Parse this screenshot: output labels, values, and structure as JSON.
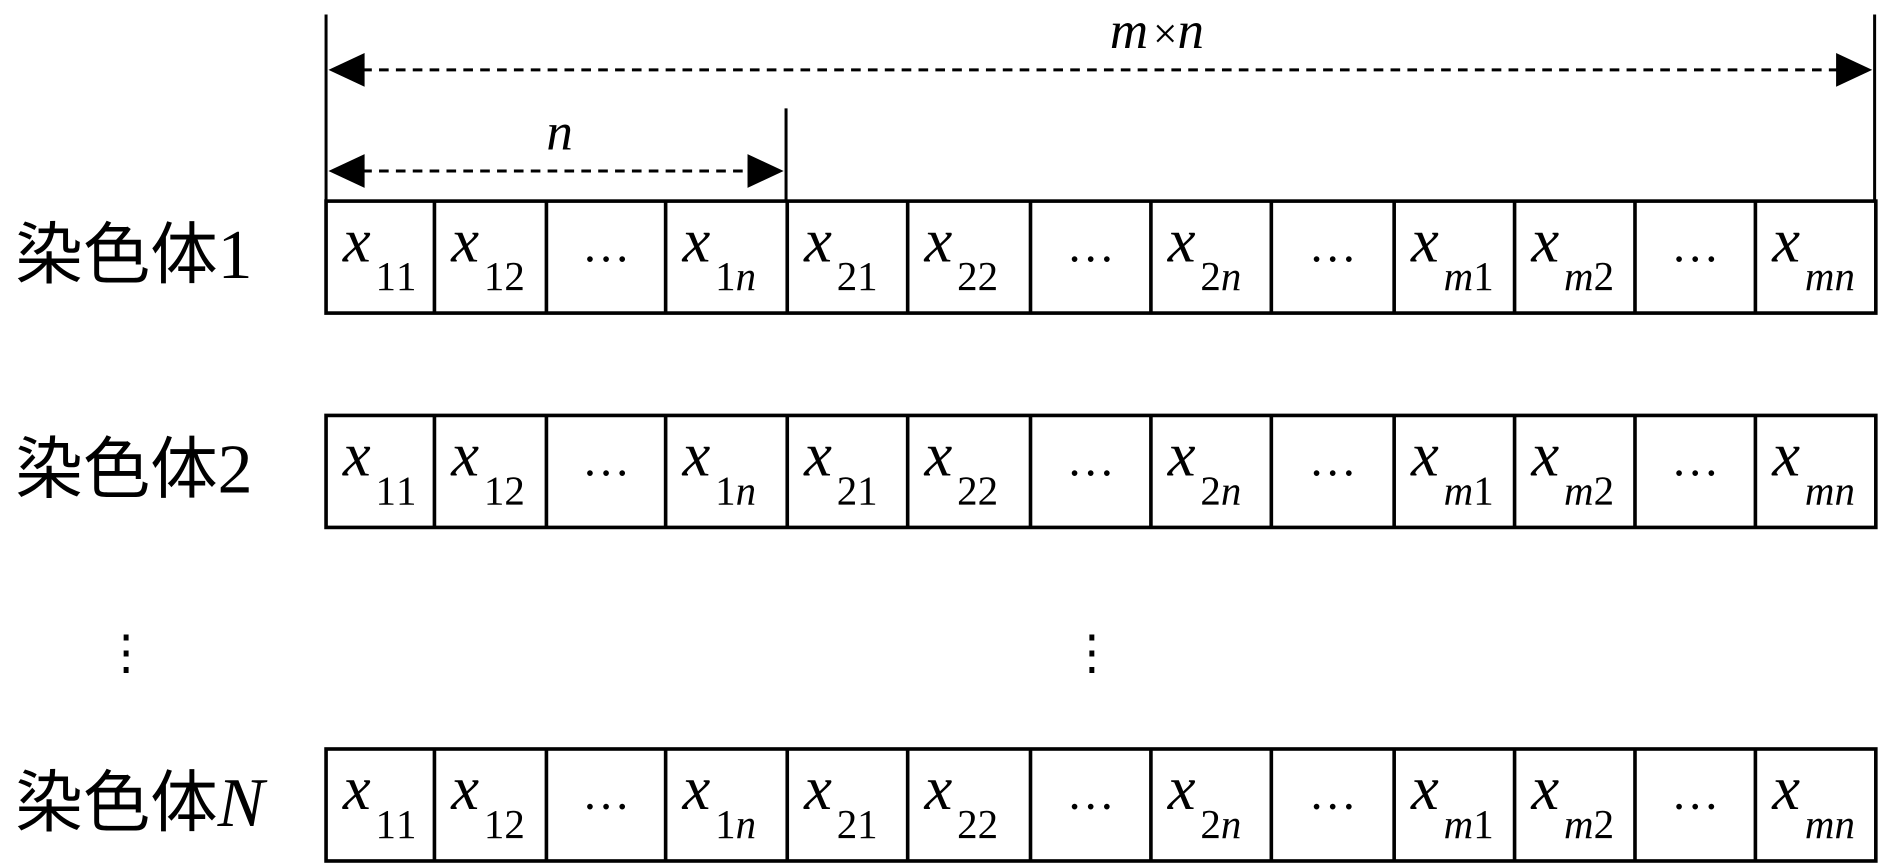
{
  "diagram": {
    "total_length_label": {
      "a": "m",
      "op": "×",
      "b": "n"
    },
    "segment_length_label": "n",
    "chromosomes": [
      {
        "label_prefix": "染色体",
        "label_index": "1"
      },
      {
        "label_prefix": "染色体",
        "label_index": "2"
      },
      {
        "label_prefix": "染色体",
        "label_index": "N"
      }
    ],
    "ellipsis_vertical": "⋮",
    "cells": [
      {
        "base": "x",
        "sub": "11"
      },
      {
        "base": "x",
        "sub": "12"
      },
      {
        "base": "…",
        "sub": ""
      },
      {
        "base": "x",
        "sub": "1n"
      },
      {
        "base": "x",
        "sub": "21"
      },
      {
        "base": "x",
        "sub": "22"
      },
      {
        "base": "…",
        "sub": ""
      },
      {
        "base": "x",
        "sub": "2n"
      },
      {
        "base": "…",
        "sub": ""
      },
      {
        "base": "x",
        "sub": "m1"
      },
      {
        "base": "x",
        "sub": "m2"
      },
      {
        "base": "…",
        "sub": ""
      },
      {
        "base": "x",
        "sub": "mn"
      }
    ]
  },
  "colors": {
    "stroke": "#000000",
    "background": "#ffffff"
  }
}
